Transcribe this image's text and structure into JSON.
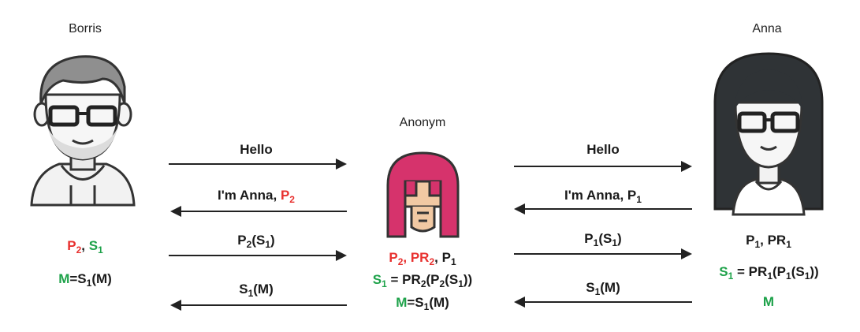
{
  "actors": {
    "borris": "Borris",
    "anonym": "Anonym",
    "anna": "Anna"
  },
  "left_messages": {
    "hello": "Hello",
    "im_anna": "I'm Anna, ",
    "p2": "P",
    "p2_sub": "2",
    "p2s1_a": "P",
    "p2s1_sub": "2",
    "p2s1_b": "(S",
    "p2s1_sub2": "1",
    "p2s1_c": ")",
    "s1m_a": "S",
    "s1m_sub": "1",
    "s1m_b": "(M)"
  },
  "right_messages": {
    "hello": "Hello",
    "im_anna": "I'm Anna, P",
    "p1_sub": "1",
    "p1s1_a": "P",
    "p1s1_sub": "1",
    "p1s1_b": "(S",
    "p1s1_sub2": "1",
    "p1s1_c": ")",
    "s1m_a": "S",
    "s1m_sub": "1",
    "s1m_b": "(M)"
  },
  "borris_knowledge": {
    "p": "P",
    "p_sub": "2",
    "sep": ", ",
    "s": "S",
    "s_sub": "1",
    "m": "M",
    "m_eq": "=S",
    "m_sub": "1",
    "m_tail": "(M)"
  },
  "anonym_knowledge": {
    "line1_p": "P",
    "line1_p_sub": "2",
    "line1_sep": ", ",
    "line1_pr": "PR",
    "line1_pr_sub": "2",
    "line1_sep2": ", P",
    "line1_p1_sub": "1",
    "line2_s": "S",
    "line2_s_sub": "1",
    "line2_eq": " = PR",
    "line2_pr_sub": "2",
    "line2_b": "(P",
    "line2_p_sub": "2",
    "line2_c": "(S",
    "line2_s2_sub": "1",
    "line2_d": "))",
    "line3_m": "M",
    "line3_eq": "=S",
    "line3_sub": "1",
    "line3_tail": "(M)"
  },
  "anna_knowledge": {
    "line1_a": "P",
    "line1_sub": "1",
    "line1_b": ", PR",
    "line1_sub2": "1",
    "line2_s": "S",
    "line2_s_sub": "1",
    "line2_eq": " = PR",
    "line2_pr_sub": "1",
    "line2_b": "(P",
    "line2_p_sub": "1",
    "line2_c": "(S",
    "line2_s2_sub": "1",
    "line2_d": "))",
    "line3_m": "M"
  },
  "colors": {
    "red": "#e8312f",
    "green": "#1ea24a",
    "helmet": "#d6336c"
  },
  "icons": [
    "borris-avatar-icon",
    "anonym-helmet-icon",
    "anna-avatar-icon"
  ]
}
